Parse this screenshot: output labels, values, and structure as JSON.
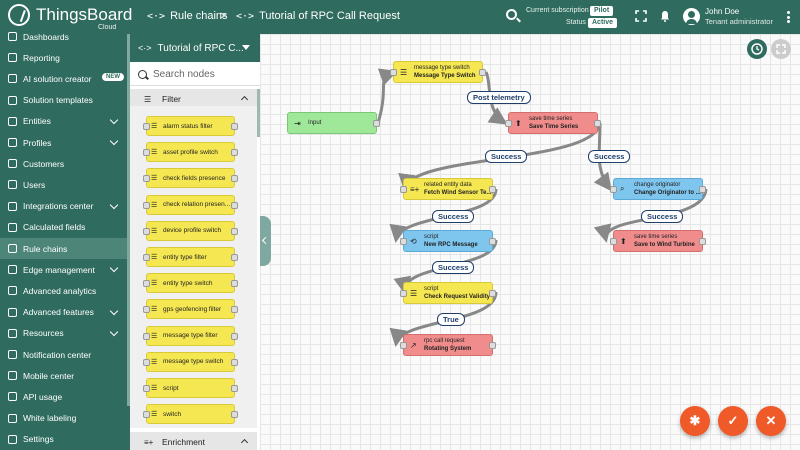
{
  "brand": {
    "name": "ThingsBoard",
    "sub": "Cloud"
  },
  "breadcrumb": {
    "root": "Rule chains",
    "separator": ">",
    "current": "Tutorial of RPC Call Request"
  },
  "header": {
    "subscription_label": "Current subscription",
    "subscription_value": "Pilot",
    "status_label": "Status",
    "status_value": "Active",
    "user_name": "John Doe",
    "user_role": "Tenant administrator"
  },
  "nav": {
    "items": [
      {
        "label": "Dashboards",
        "icon": "dashboard-icon"
      },
      {
        "label": "Reporting",
        "icon": "report-icon"
      },
      {
        "label": "AI solution creator",
        "icon": "ai-icon",
        "badge": "NEW"
      },
      {
        "label": "Solution templates",
        "icon": "template-icon"
      },
      {
        "label": "Entities",
        "icon": "entities-icon",
        "expandable": true
      },
      {
        "label": "Profiles",
        "icon": "profiles-icon",
        "expandable": true
      },
      {
        "label": "Customers",
        "icon": "customers-icon"
      },
      {
        "label": "Users",
        "icon": "users-icon"
      },
      {
        "label": "Integrations center",
        "icon": "integrations-icon",
        "expandable": true
      },
      {
        "label": "Calculated fields",
        "icon": "calc-icon"
      },
      {
        "label": "Rule chains",
        "icon": "rule-chains-icon",
        "active": true
      },
      {
        "label": "Edge management",
        "icon": "edge-icon",
        "expandable": true
      },
      {
        "label": "Advanced analytics",
        "icon": "analytics-icon"
      },
      {
        "label": "Advanced features",
        "icon": "features-icon",
        "expandable": true
      },
      {
        "label": "Resources",
        "icon": "resources-icon",
        "expandable": true
      },
      {
        "label": "Notification center",
        "icon": "notification-icon"
      },
      {
        "label": "Mobile center",
        "icon": "mobile-icon"
      },
      {
        "label": "API usage",
        "icon": "api-icon"
      },
      {
        "label": "White labeling",
        "icon": "white-label-icon"
      },
      {
        "label": "Settings",
        "icon": "settings-icon"
      }
    ]
  },
  "library": {
    "chain_name": "Tutorial of RPC C...",
    "search_placeholder": "Search nodes",
    "sections": [
      "Filter",
      "Enrichment"
    ],
    "filter_nodes": [
      "alarm status filter",
      "asset profile switch",
      "check fields presence",
      "check relation presen...",
      "device profile switch",
      "entity type filter",
      "entity type switch",
      "gps geofencing filter",
      "message type filter",
      "message type switch",
      "script",
      "switch"
    ]
  },
  "canvas": {
    "nodes": [
      {
        "id": "input",
        "type": "",
        "name": "Input",
        "color": "green"
      },
      {
        "id": "mts",
        "type": "message type switch",
        "name": "Message Type Switch",
        "color": "yellow"
      },
      {
        "id": "sts",
        "type": "save time series",
        "name": "Save Time Series",
        "color": "red"
      },
      {
        "id": "red",
        "type": "related entity data",
        "name": "Fetch Wind Sensor Te...",
        "color": "yellow"
      },
      {
        "id": "co",
        "type": "change originator",
        "name": "Change Originator to ...",
        "color": "blue"
      },
      {
        "id": "nrpc",
        "type": "script",
        "name": "New RPC Message",
        "color": "blue"
      },
      {
        "id": "swt",
        "type": "save time series",
        "name": "Save to Wind Turbine",
        "color": "red"
      },
      {
        "id": "crv",
        "type": "script",
        "name": "Check Request Validity",
        "color": "yellow"
      },
      {
        "id": "rpc",
        "type": "rpc call request",
        "name": "Rotating System",
        "color": "red"
      }
    ],
    "edge_labels": [
      "Post telemetry",
      "Success",
      "Success",
      "Success",
      "Success",
      "Success",
      "True"
    ]
  },
  "colors": {
    "primary": "#2f6b5f",
    "fab": "#f05a28"
  }
}
